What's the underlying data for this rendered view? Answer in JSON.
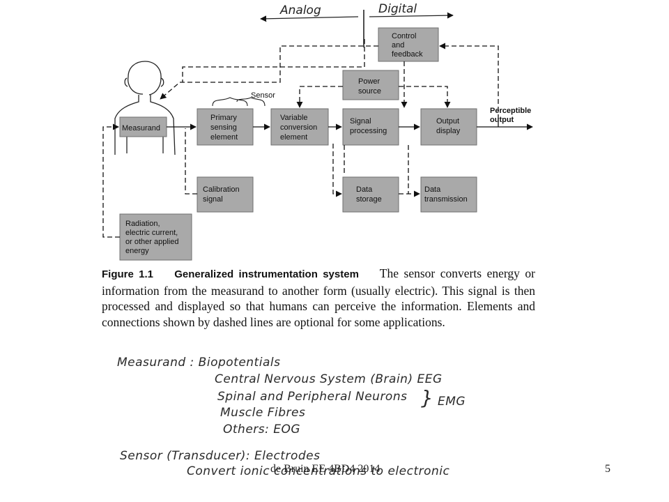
{
  "diagram": {
    "header_left": "Analog",
    "header_right": "Digital",
    "sensor_label": "Sensor",
    "blocks": {
      "control": [
        "Control",
        "and",
        "feedback"
      ],
      "power": [
        "Power",
        "source"
      ],
      "measurand": [
        "Measurand"
      ],
      "primary": [
        "Primary",
        "sensing",
        "element"
      ],
      "variable": [
        "Variable",
        "conversion",
        "element"
      ],
      "signal": [
        "Signal",
        "processing"
      ],
      "output": [
        "Output",
        "display"
      ],
      "calibration": [
        "Calibration",
        "signal"
      ],
      "storage": [
        "Data",
        "storage"
      ],
      "transmission": [
        "Data",
        "transmission"
      ],
      "radiation": [
        "Radiation,",
        "electric current,",
        "or other applied",
        "energy"
      ]
    },
    "perceptible_output": [
      "Perceptible",
      "output"
    ]
  },
  "caption": {
    "figure_label": "Figure 1.1",
    "figure_title": "Generalized instrumentation system",
    "text": "The sensor converts energy or information from the measurand to another form (usually electric). This signal is then processed and displayed so that humans can perceive the information. Elements and connections shown by dashed lines are optional for some applications."
  },
  "handwritten_notes": {
    "line1": "Measurand :  Biopotentials",
    "line2": "Central Nervous System (Brain)  EEG",
    "line3": "Spinal and Peripheral Neurons",
    "line3_tag": "EMG",
    "line4": "Muscle  Fibres",
    "line5": "Others:  EOG",
    "line6": "Sensor  (Transducer):  Electrodes",
    "line7": "Convert  ionic  concentrations  to  electronic"
  },
  "footer": {
    "author": "de Bruin EE 4BD4 2014",
    "page": "5"
  }
}
